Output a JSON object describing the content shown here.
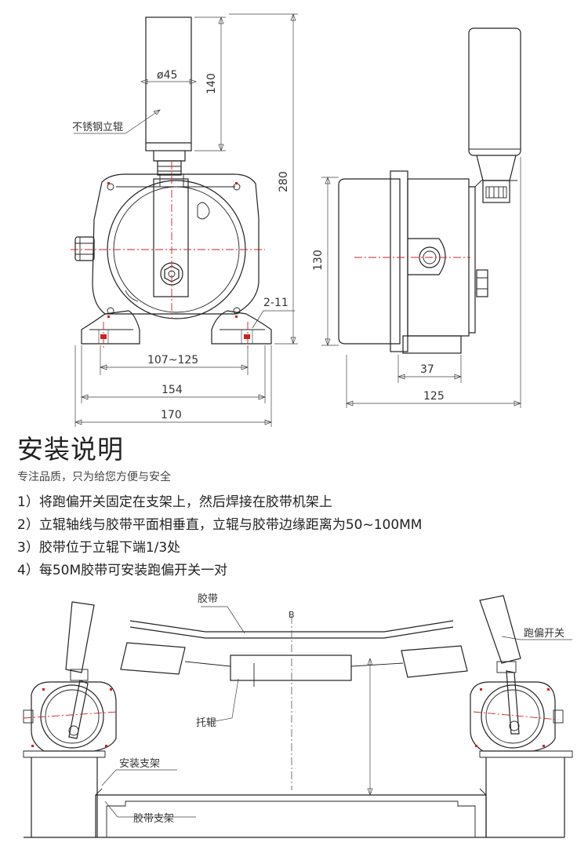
{
  "top_drawing": {
    "dims": {
      "d45": "ø45",
      "h140": "140",
      "h280": "280",
      "h130": "130",
      "w37": "37",
      "w125": "125",
      "w107_125": "107~125",
      "w154": "154",
      "w170": "170",
      "holes": "2-11"
    },
    "label_roller": "不锈钢立辊"
  },
  "instructions": {
    "title": "安装说明",
    "subtitle": "专注品质，只为给您方便与安全",
    "steps": [
      "1）将跑偏开关固定在支架上，然后焊接在胶带机架上",
      "2）立辊轴线与胶带平面相垂直，立辊与胶带边缘距离为50~100MM",
      "3）胶带位于立辊下端1/3处",
      "4）每50M胶带可安装跑偏开关一对"
    ]
  },
  "bottom_drawing": {
    "label_belt": "胶带",
    "label_b": "B",
    "label_switch": "跑偏开关",
    "label_idler": "托辊",
    "label_mount": "安装支架",
    "label_belt_frame": "胶带支架"
  }
}
